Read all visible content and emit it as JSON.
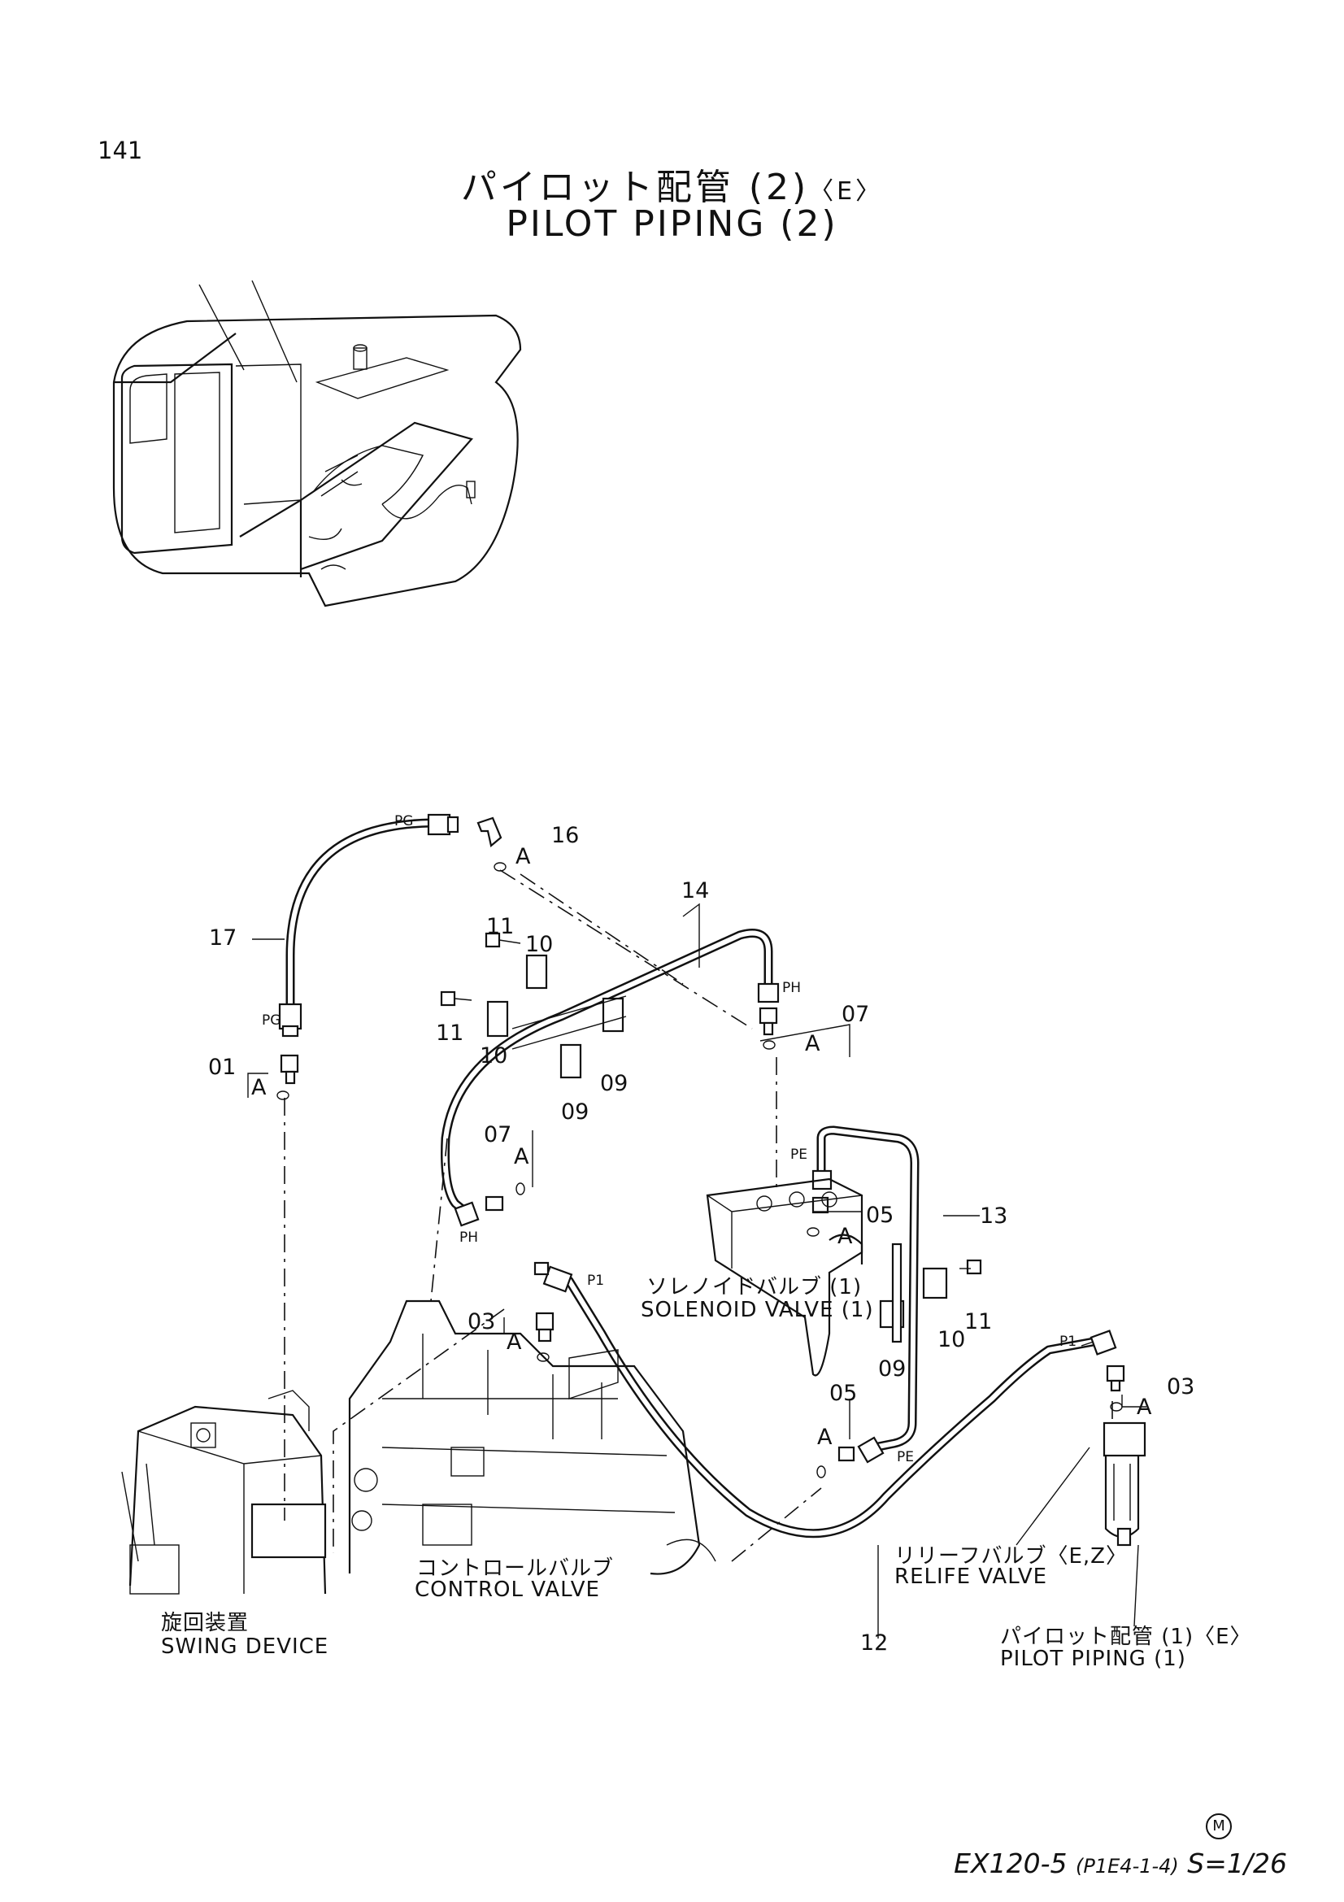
{
  "page_number": "141",
  "title": {
    "jp": "パイロット配管",
    "jp_suffix": "(2)",
    "variant": "〈E〉",
    "en": "PILOT PIPING (2)"
  },
  "labels": {
    "solenoid_valve_jp": "ソレノイドバルブ (1)",
    "solenoid_valve_en": "SOLENOID VALVE (1)",
    "control_valve_jp": "コントロールバルブ",
    "control_valve_en": "CONTROL VALVE",
    "swing_device_jp": "旋回装置",
    "swing_device_en": "SWING DEVICE",
    "relief_valve_jp": "リリーフバルブ〈E,Z〉",
    "relief_valve_en": "RELIFE VALVE",
    "pilot_piping_jp": "パイロット配管 (1)〈E〉",
    "pilot_piping_en": "PILOT PIPING (1)"
  },
  "port_labels": {
    "pg_top": "PG",
    "pg_left": "PG",
    "ph_right": "PH",
    "ph_left": "PH",
    "pe_top": "PE",
    "pe_bottom": "PE",
    "p1_left": "P1",
    "p1_right": "P1"
  },
  "detail_marks": [
    "A",
    "A",
    "A",
    "A",
    "A",
    "A",
    "A",
    "A"
  ],
  "callouts": {
    "c01": "01",
    "c03a": "03",
    "c03b": "03",
    "c05a": "05",
    "c05b": "05",
    "c07a": "07",
    "c07b": "07",
    "c09a": "09",
    "c09b": "09",
    "c09c": "09",
    "c10a": "10",
    "c10b": "10",
    "c10c": "10",
    "c11a": "11",
    "c11b": "11",
    "c11c": "11",
    "c12": "12",
    "c13": "13",
    "c14": "14",
    "c16": "16",
    "c17": "17"
  },
  "footer": {
    "model": "EX120-5",
    "code": "(P1E4-1-4)",
    "scale": "S=1/26",
    "mark": "M"
  }
}
